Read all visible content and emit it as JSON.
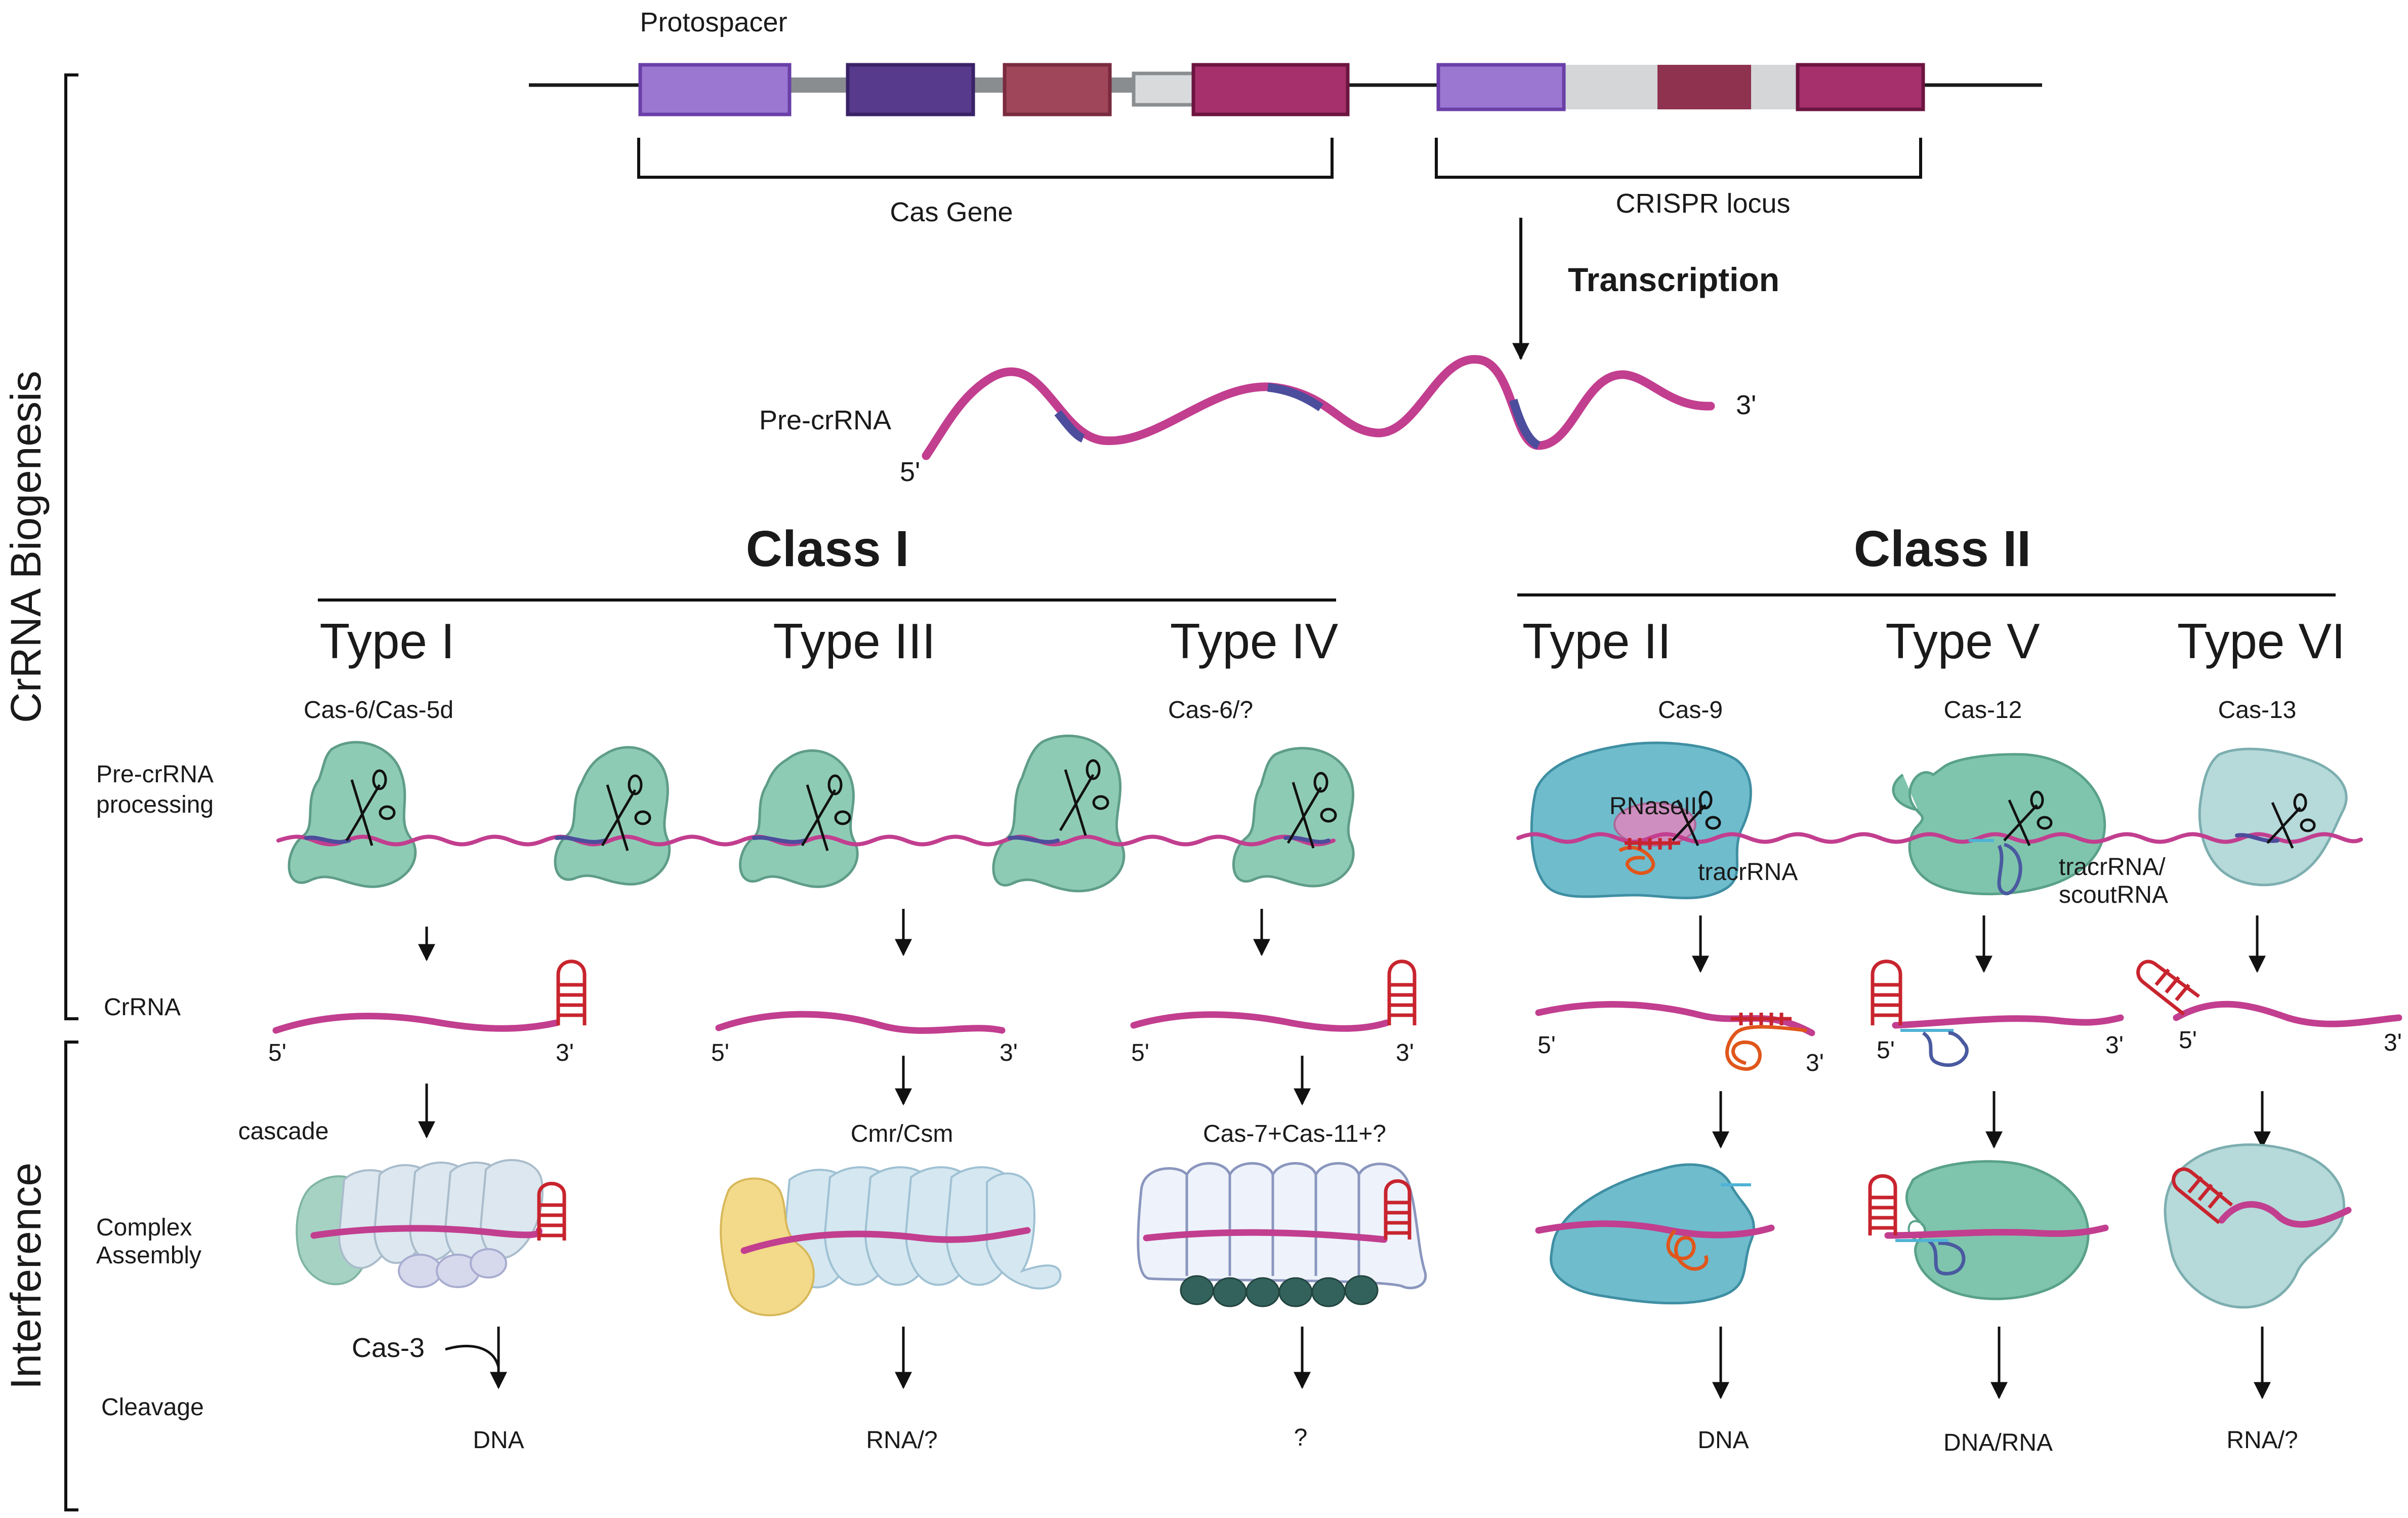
{
  "colors": {
    "rna": "#c23e8f",
    "repeat": "#4c4d9c",
    "class1_protein": "#8ecbb5",
    "cas9_protein": "#6fbccd",
    "cas12_protein": "#7fc5ad",
    "cas13_protein": "#b6d9da",
    "hairpin": "#c8242e",
    "tracr": "#e0561b",
    "gene_light_purple": "#9b77d2",
    "gene_dark_purple": "#573a8c",
    "gene_maroon": "#a0465a",
    "gene_magenta": "#a5306b",
    "spacer_gray": "#d4d6d8"
  },
  "header": {
    "protospacer": "Protospacer",
    "cas_gene": "Cas Gene",
    "crispr_locus": "CRISPR locus",
    "transcription": "Transcription",
    "pre_crrna": "Pre-crRNA",
    "five_prime": "5'",
    "three_prime": "3'"
  },
  "side_labels": {
    "biogenesis": "CrRNA Biogenesis",
    "interference": "Interference"
  },
  "row_labels": {
    "pre_crrna_processing_1": "Pre-crRNA",
    "pre_crrna_processing_2": "processing",
    "crrna": "CrRNA",
    "complex_assembly_1": "Complex",
    "complex_assembly_2": "Assembly",
    "cleavage": "Cleavage"
  },
  "classes": {
    "class1": "Class I",
    "class2": "Class II"
  },
  "types": [
    {
      "name": "Type I",
      "enzyme": "Cas-6/Cas-5d",
      "complex": "cascade",
      "helper": "Cas-3",
      "target": "DNA"
    },
    {
      "name": "Type III",
      "enzyme": "",
      "complex": "Cmr/Csm",
      "target": "RNA/?"
    },
    {
      "name": "Type IV",
      "enzyme": "Cas-6/?",
      "complex": "Cas-7+Cas-11+?",
      "target": "?"
    },
    {
      "name": "Type II",
      "enzyme": "Cas-9",
      "rnase": "RNaseIII",
      "tracr": "tracrRNA",
      "target": "DNA"
    },
    {
      "name": "Type V",
      "enzyme": "Cas-12",
      "tracr_1": "tracrRNA/",
      "tracr_2": "scoutRNA",
      "target": "DNA/RNA"
    },
    {
      "name": "Type VI",
      "enzyme": "Cas-13",
      "target": "RNA/?"
    }
  ]
}
